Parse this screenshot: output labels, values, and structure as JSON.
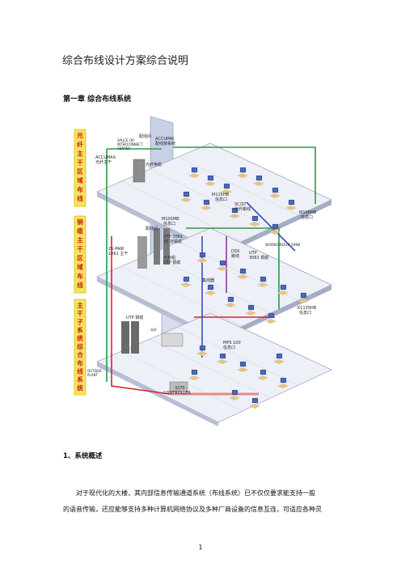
{
  "document": {
    "title": "综合布线设计方案综合说明",
    "chapter": "第一章  综合布线系统",
    "section": "1、系统概述",
    "paragraph_line1": "对于现代化的大楼，其内部信息传输通道系统（布线系统）已不仅仅要求能支持一般",
    "paragraph_line2": "的语音传输，还应能够支持多种计算机网络协议及多种厂商设备的信息互连，可适应各种灵",
    "page_number": "1"
  },
  "diagram": {
    "floor_labels": [
      {
        "chars": [
          "光",
          "纤",
          "主",
          "干",
          "区",
          "域",
          "布",
          "线"
        ]
      },
      {
        "chars": [
          "铜",
          "缆",
          "主",
          "干",
          "区",
          "域",
          "布",
          "线"
        ]
      },
      {
        "chars": [
          "主",
          "干",
          "子",
          "系",
          "统",
          "综",
          "合",
          "布",
          "线",
          "系",
          "统"
        ]
      }
    ],
    "labels": {
      "peixianjian_top": "配线间",
      "splicer_1": "SPLICE OR",
      "splicer_2": "INTERCONNECT",
      "splicer_3": "CENTER",
      "accupak_1": "ACCUPAK",
      "accupak_2": "配线架系统",
      "accumax_1": "ACCUMAX",
      "accumax_2": "光纤主干",
      "fiber_cable": "光纤电缆",
      "m1_top_1": "M115HB",
      "m1_top_2": "信息口",
      "sd_1": "SC/ST",
      "sd_2": "光纤跳线",
      "m1_right_1": "M106MB",
      "m1_right_2": "信息口",
      "m10_1": "M10SMB",
      "m10_2": "信息口",
      "peixianjian_mid": "配线间",
      "utp1_1": "UTP 3061",
      "utp1_2": "25 对铜缆",
      "pair25_1": "25-PAIR",
      "pair25_2": "1061 主干",
      "dsx_1": "DSX",
      "dsx_2": "跳线",
      "utp2_1": "UTP",
      "utp2_2": "3061 铜缆",
      "workgroup": "WORKGROUP 1998",
      "sixdui_1": "六对组",
      "sixdui_2": "UTP 铜缆",
      "jixianqi": "集线器",
      "m1135_1": "K1135HB",
      "m1135_2": "信息口",
      "utp_copper": "UTP 铜缆",
      "hub_fiber": "光纤",
      "mps_1": "MPS 100",
      "mps_2": "信息口",
      "outside_1": "OUTSIDE",
      "outside_2": "PLANT",
      "ctrl_1": "3270",
      "ctrl_2": "CONTROLLER"
    }
  }
}
